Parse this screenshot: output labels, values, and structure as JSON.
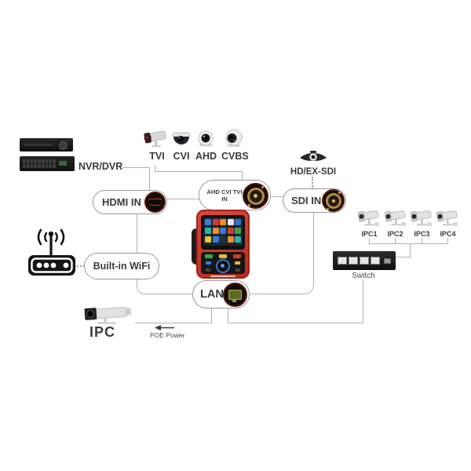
{
  "diagram_labels": {
    "nvr_dvr": "NVR/DVR",
    "hd_ex_sdi": "HD/EX-SDI",
    "switch": "Switch",
    "ipc_single": "IPC",
    "poe_power": "POE Power"
  },
  "camera_group": {
    "labels": [
      "TVI",
      "CVI",
      "AHD",
      "CVBS"
    ]
  },
  "ipc_group": {
    "labels": [
      "IPC1",
      "IPC2",
      "IPC3",
      "IPC4"
    ]
  },
  "ports": {
    "hdmi_in": {
      "label": "HDMI IN"
    },
    "ahd_cvi_tvi_in": {
      "label_line1": "AHD CVI TVI",
      "label_line2": "IN"
    },
    "sdi_in": {
      "label": "SDI IN"
    },
    "built_in_wifi": {
      "label": "Built-in WiFi"
    },
    "lan": {
      "label": "LAN"
    }
  },
  "icons": {
    "bnc-connector-icon": "gold circle in black ring",
    "hdmi-connector-icon": "dark trapezoid in black ring",
    "ethernet-port-icon": "green port in black ring",
    "wifi-router-icon": "black router with antenna waves",
    "bullet-camera-icon": "gray bullet cctv camera",
    "dome-camera-icon": "dark dome cctv camera",
    "poe-arrow-icon": "left arrow"
  },
  "colors": {
    "connector_line": "#b3b3b3",
    "pill_border": "#9a9a9a",
    "label_text": "#3b3b3b",
    "tester_red": "#c73228",
    "bnc_gold": "#b28c3e",
    "hdmi_ring_red": "#c0392b",
    "ethernet_green": "#aab336",
    "device_black": "#161616"
  },
  "tester": {
    "screen_tiles": [
      "#3a7bd5",
      "#cf3b30",
      "#ef8f2a",
      "#e8e8e8",
      "#2e6fd0",
      "#2bb5a8",
      "#ef8f2a",
      "#3a7bd5",
      "#cf3b30",
      "#43a047",
      "#e3c92f",
      "#3a7bd5",
      "#23313f",
      "#ef8f2a",
      "#2bb5a8"
    ]
  }
}
